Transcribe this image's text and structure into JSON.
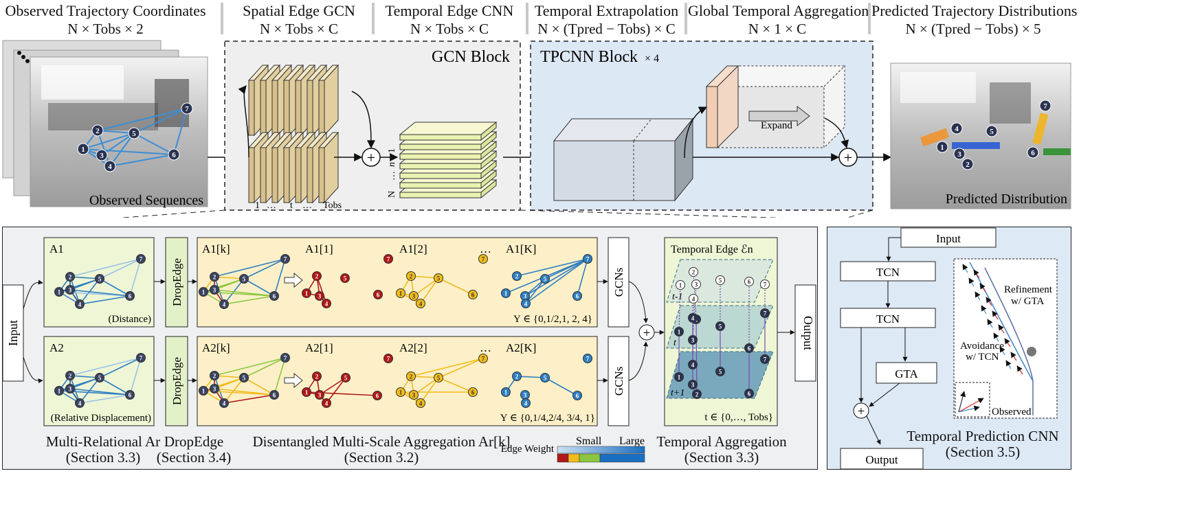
{
  "headers": {
    "observed": {
      "title": "Observed Trajectory Coordinates",
      "dim": "N × Tobs × 2"
    },
    "spatial": {
      "title": "Spatial Edge GCN",
      "dim": "N × Tobs × C"
    },
    "temporal_cnn": {
      "title": "Temporal Edge CNN",
      "dim": "N × Tobs × C"
    },
    "extrapolation": {
      "title": "Temporal Extrapolation",
      "dim": "N × (Tpred − Tobs) × C"
    },
    "aggregation": {
      "title": "Global Temporal Aggregation",
      "dim": "N × 1 × C"
    },
    "predicted": {
      "title": "Predicted Trajectory Distributions",
      "dim": "N × (Tpred − Tobs) × 5"
    }
  },
  "top": {
    "observed_label": "Observed Sequences",
    "predicted_label": "Predicted Distribution",
    "gcn_block": "GCN Block",
    "tpcnn_block": "TPCNN Block",
    "tpcnn_mult": "× 4",
    "expand": "Expand",
    "axis_n": "N",
    "axis_dots": "…",
    "axis_n_italic": "n",
    "axis_1": "1",
    "t_axis_1": "1",
    "t_axis_dots1": "…",
    "t_axis_t": "t",
    "t_axis_dots2": "…",
    "t_axis_tobs": "Tobs"
  },
  "bottom": {
    "input": "Input",
    "output": "Output",
    "a1": "A1",
    "a2": "A2",
    "distance": "(Distance)",
    "relative": "(Relative Displacement)",
    "dropedge": "DropEdge",
    "a1k": "A1[k]",
    "a2k": "A2[k]",
    "a1_1": "A1[1]",
    "a1_2": "A1[2]",
    "a1_K": "A1[K]",
    "a2_1": "A2[1]",
    "a2_2": "A2[2]",
    "a2_K": "A2[K]",
    "ellipsis": "…",
    "upsilon1": "Υ ∈ {0,1/2,1, 2, 4}",
    "upsilon2": "Υ ∈ {0,1/4,2/4, 3/4, 1}",
    "gcns": "GCNs",
    "temporal_edge": "Temporal Edge ℰn",
    "t_minus": "t-1",
    "t": "t",
    "t_plus": "t+1",
    "t_range": "t ∈ {0,…, Tobs}",
    "edge_weight": "Edge Weight",
    "small": "Small",
    "large": "Large"
  },
  "captions": {
    "multi_rel": {
      "title": "Multi-Relational Ar",
      "section": "(Section 3.3)"
    },
    "dropedge": {
      "title": "DropEdge",
      "section": "(Section 3.4)"
    },
    "disentangled": {
      "title": "Disentangled Multi-Scale Aggregation Ar[k]",
      "section": "(Section 3.2)"
    },
    "temporal_agg": {
      "title": "Temporal Aggregation",
      "section": "(Section 3.3)"
    },
    "tpcnn": {
      "title": "Temporal Prediction CNN",
      "section": "(Section 3.5)"
    }
  },
  "right_panel": {
    "input": "Input",
    "tcn1": "TCN",
    "tcn2": "TCN",
    "gta": "GTA",
    "output": "Output",
    "refinement": "Refinement",
    "w_gta": "w/ GTA",
    "avoidance": "Avoidance",
    "w_tcn": "w/ TCN",
    "observed": "Observed"
  },
  "colors": {
    "gcn_bg": "#efefef",
    "tpcnn_bg": "#dce8f4",
    "panel_bg": "#eef0f2",
    "green_bg": "#eef6d6",
    "yellow_bg": "#fdf0c8",
    "right_bg": "#dde9f5",
    "blue_edge": "#2f7ec1",
    "red_edge": "#b01818",
    "yellow_edge": "#f0bb1c",
    "green_edge": "#8cc63f"
  }
}
